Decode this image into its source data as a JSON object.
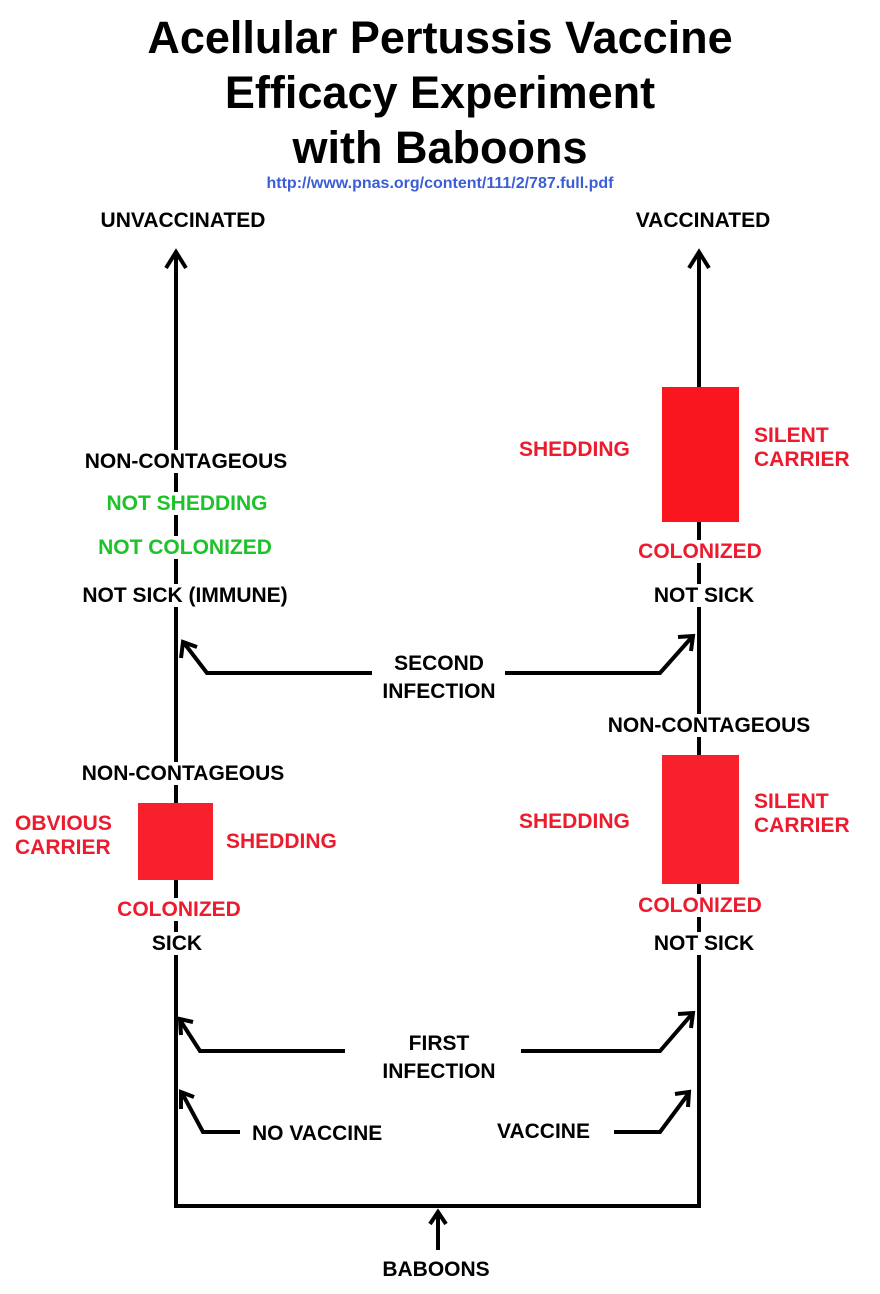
{
  "title": {
    "line1": "Acellular Pertussis Vaccine",
    "line2": "Efficacy Experiment",
    "line3": "with Baboons"
  },
  "source_url": "http://www.pnas.org/content/111/2/787.full.pdf",
  "colors": {
    "red": "#ec1c2e",
    "green": "#1ec22a",
    "link": "#3b5ed6",
    "box": "#f8202c"
  },
  "root": {
    "label": "BABOONS"
  },
  "branches": {
    "left": {
      "label": "UNVACCINATED",
      "entry": "NO VACCINE",
      "after_first_infection": {
        "status": "SICK",
        "colonized": "COLONIZED",
        "box_left_line1": "OBVIOUS",
        "box_left_line2": "CARRIER",
        "box_right": "SHEDDING",
        "contagion": "NON-CONTAGEOUS"
      },
      "after_second_infection": {
        "status": "NOT SICK (IMMUNE)",
        "colonized": "NOT COLONIZED",
        "shedding": "NOT SHEDDING",
        "contagion": "NON-CONTAGEOUS"
      }
    },
    "right": {
      "label": "VACCINATED",
      "entry": "VACCINE",
      "after_first_infection": {
        "status": "NOT SICK",
        "colonized": "COLONIZED",
        "box_left": "SHEDDING",
        "box_right_line1": "SILENT",
        "box_right_line2": "CARRIER",
        "contagion": "NON-CONTAGEOUS"
      },
      "after_second_infection": {
        "status": "NOT SICK",
        "colonized": "COLONIZED",
        "box_left": "SHEDDING",
        "box_right_line1": "SILENT",
        "box_right_line2": "CARRIER"
      }
    }
  },
  "events": {
    "first_infection_line1": "FIRST",
    "first_infection_line2": "INFECTION",
    "second_infection_line1": "SECOND",
    "second_infection_line2": "INFECTION"
  }
}
